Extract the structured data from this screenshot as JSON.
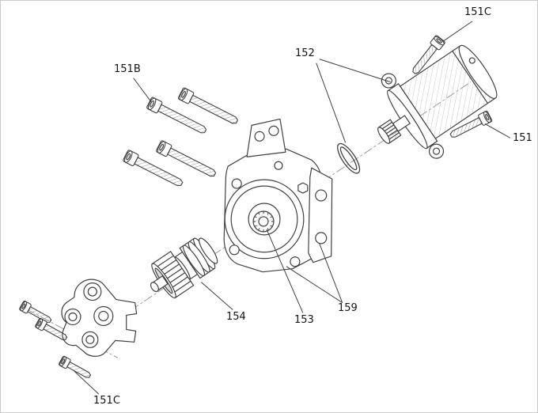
{
  "diagram": {
    "background_color": "#ffffff",
    "line_color": "#404040",
    "callouts": [
      {
        "id": "151C-top",
        "label": "151C"
      },
      {
        "id": "152",
        "label": "152"
      },
      {
        "id": "151B",
        "label": "151B"
      },
      {
        "id": "151",
        "label": "151"
      },
      {
        "id": "154",
        "label": "154"
      },
      {
        "id": "153",
        "label": "153"
      },
      {
        "id": "159",
        "label": "159"
      },
      {
        "id": "151C-bottom",
        "label": "151C"
      }
    ]
  }
}
